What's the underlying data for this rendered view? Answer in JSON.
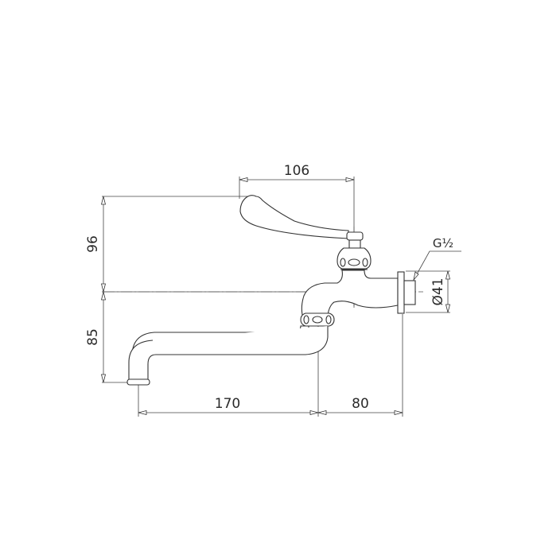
{
  "drawing": {
    "title": "Wall-mounted faucet technical drawing",
    "line_color": "#333333",
    "background": "#ffffff"
  },
  "dimensions": {
    "lever_reach": "106",
    "lever_height": "96",
    "spout_drop": "85",
    "spout_reach": "170",
    "body_depth": "80",
    "flange_diameter": "Ø41",
    "thread": "G½"
  }
}
